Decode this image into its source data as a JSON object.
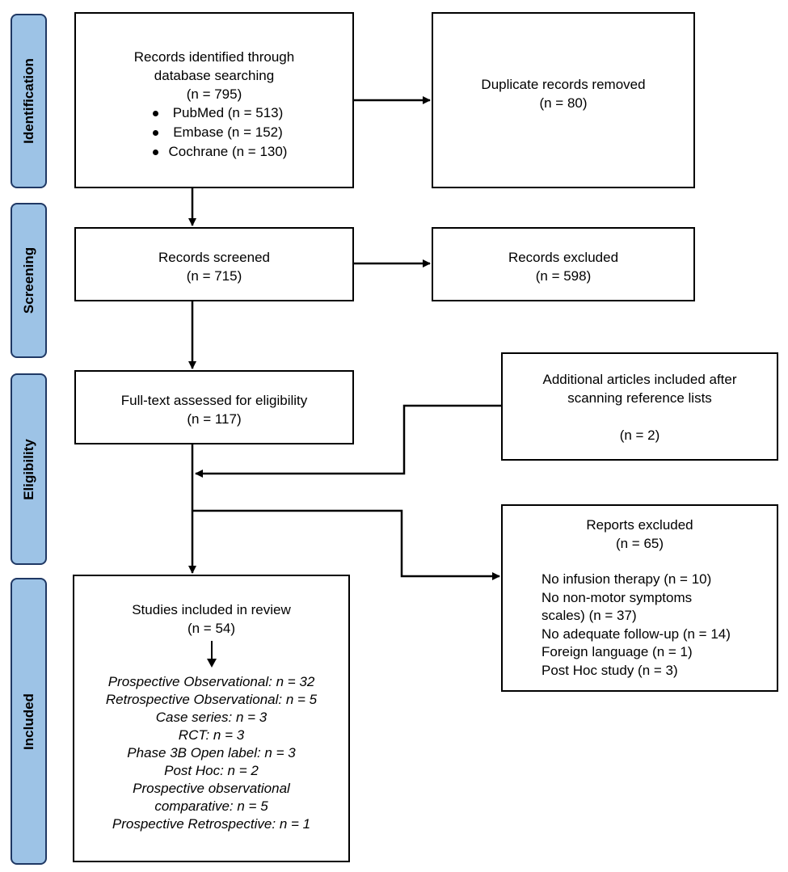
{
  "stages": {
    "identification": "Identification",
    "screening": "Screening",
    "eligibility": "Eligibility",
    "included": "Included"
  },
  "identified": {
    "line1": "Records identified through",
    "line2": "database searching",
    "count": "(n = 795)",
    "sources": [
      "PubMed (n = 513)",
      "Embase (n = 152)",
      "Cochrane (n = 130)"
    ]
  },
  "duplicates": {
    "label": "Duplicate records removed",
    "count": "(n = 80)"
  },
  "screened": {
    "label": "Records screened",
    "count": "(n = 715)"
  },
  "excluded": {
    "label": "Records excluded",
    "count": "(n = 598)"
  },
  "fulltext": {
    "label": "Full-text assessed for eligibility",
    "count": "(n = 117)"
  },
  "additional": {
    "line1": "Additional articles included after",
    "line2": "scanning reference lists",
    "count": "(n = 2)"
  },
  "reports": {
    "label": "Reports excluded",
    "count": "(n = 65)",
    "reasons": [
      "No infusion therapy (n = 10)",
      "No non-motor symptoms",
      "scales) (n = 37)",
      "No adequate follow-up (n = 14)",
      "Foreign language (n = 1)",
      "Post Hoc study (n = 3)"
    ]
  },
  "included": {
    "label": "Studies included in review",
    "count": "(n = 54)",
    "designs": [
      "Prospective Observational: n = 32",
      "Retrospective Observational: n = 5",
      "Case series: n = 3",
      "RCT: n = 3",
      "Phase 3B Open label: n = 3",
      "Post Hoc: n = 2",
      "Prospective observational",
      "comparative: n = 5",
      "Prospective Retrospective: n = 1"
    ]
  }
}
